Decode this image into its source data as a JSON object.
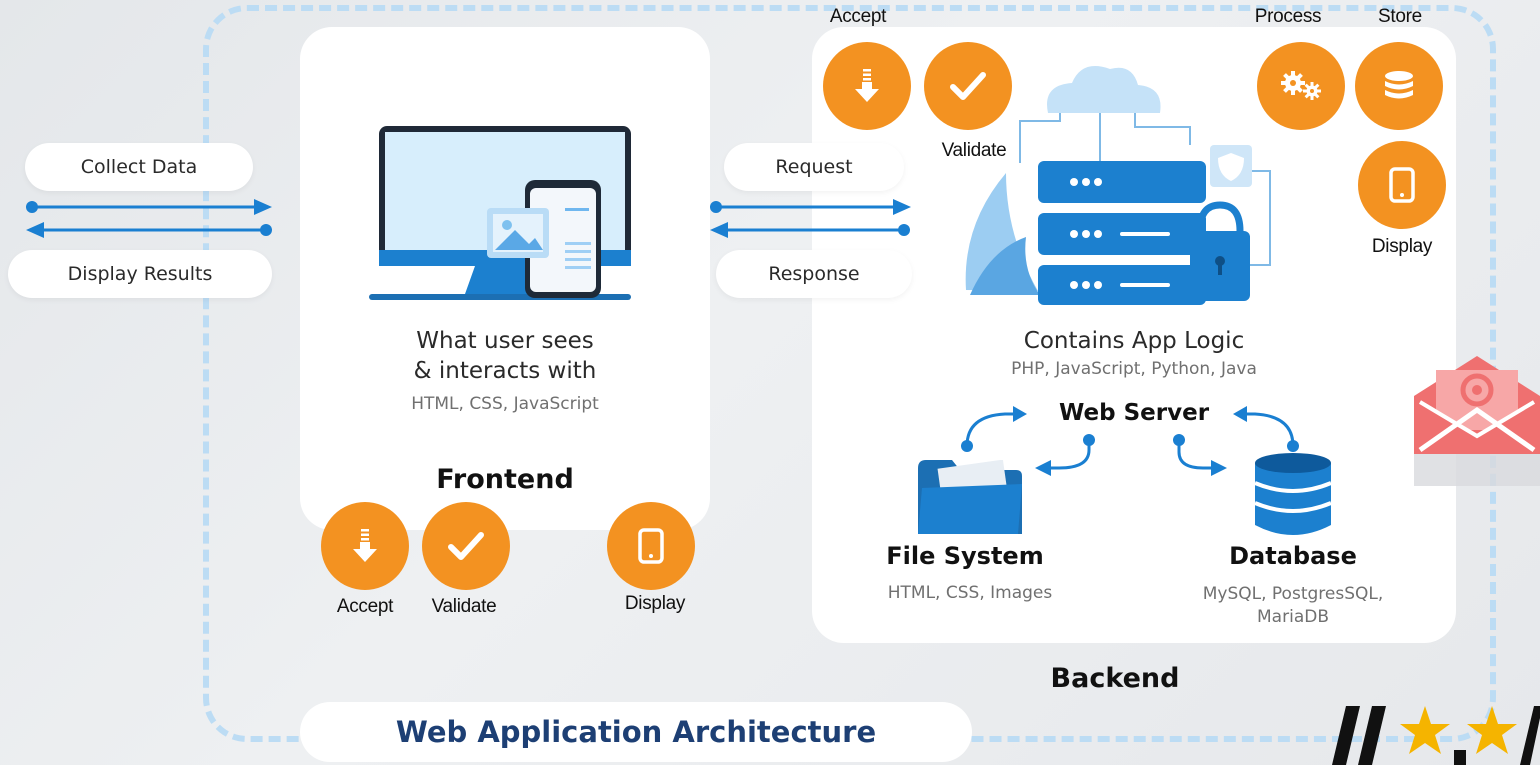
{
  "title": "Web Application Architecture",
  "left": {
    "collect_label": "Collect Data",
    "display_label": "Display Results"
  },
  "middle": {
    "request_label": "Request",
    "response_label": "Response"
  },
  "frontend": {
    "line1": "What user sees",
    "line2": "& interacts  with",
    "tech": "HTML, CSS, JavaScript",
    "heading": "Frontend",
    "steps": [
      {
        "label": "Accept",
        "icon": "download-arrow-icon"
      },
      {
        "label": "Validate",
        "icon": "checkmark-icon"
      },
      {
        "label": "Display",
        "icon": "tablet-icon"
      }
    ]
  },
  "backend": {
    "logic": "Contains App Logic",
    "langs": "PHP, JavaScript, Python, Java",
    "web_server": "Web Server",
    "file_system": {
      "title": "File System",
      "desc": "HTML, CSS, Images"
    },
    "database": {
      "title": "Database",
      "desc_line1": "MySQL, PostgresSQL,",
      "desc_line2": "MariaDB"
    },
    "heading": "Backend",
    "steps": [
      {
        "label": "Accept",
        "icon": "download-arrow-icon"
      },
      {
        "label": "Validate",
        "icon": "checkmark-icon"
      },
      {
        "label": "Process",
        "icon": "gears-icon"
      },
      {
        "label": "Store",
        "icon": "database-icon"
      },
      {
        "label": "Display",
        "icon": "tablet-icon"
      }
    ]
  },
  "colors": {
    "accent_orange": "#f39221",
    "arrow_blue": "#1a7fd1",
    "frame_dashed": "#bcdcf4",
    "title_navy": "#1d3f74",
    "mail_red": "#ef7070"
  }
}
